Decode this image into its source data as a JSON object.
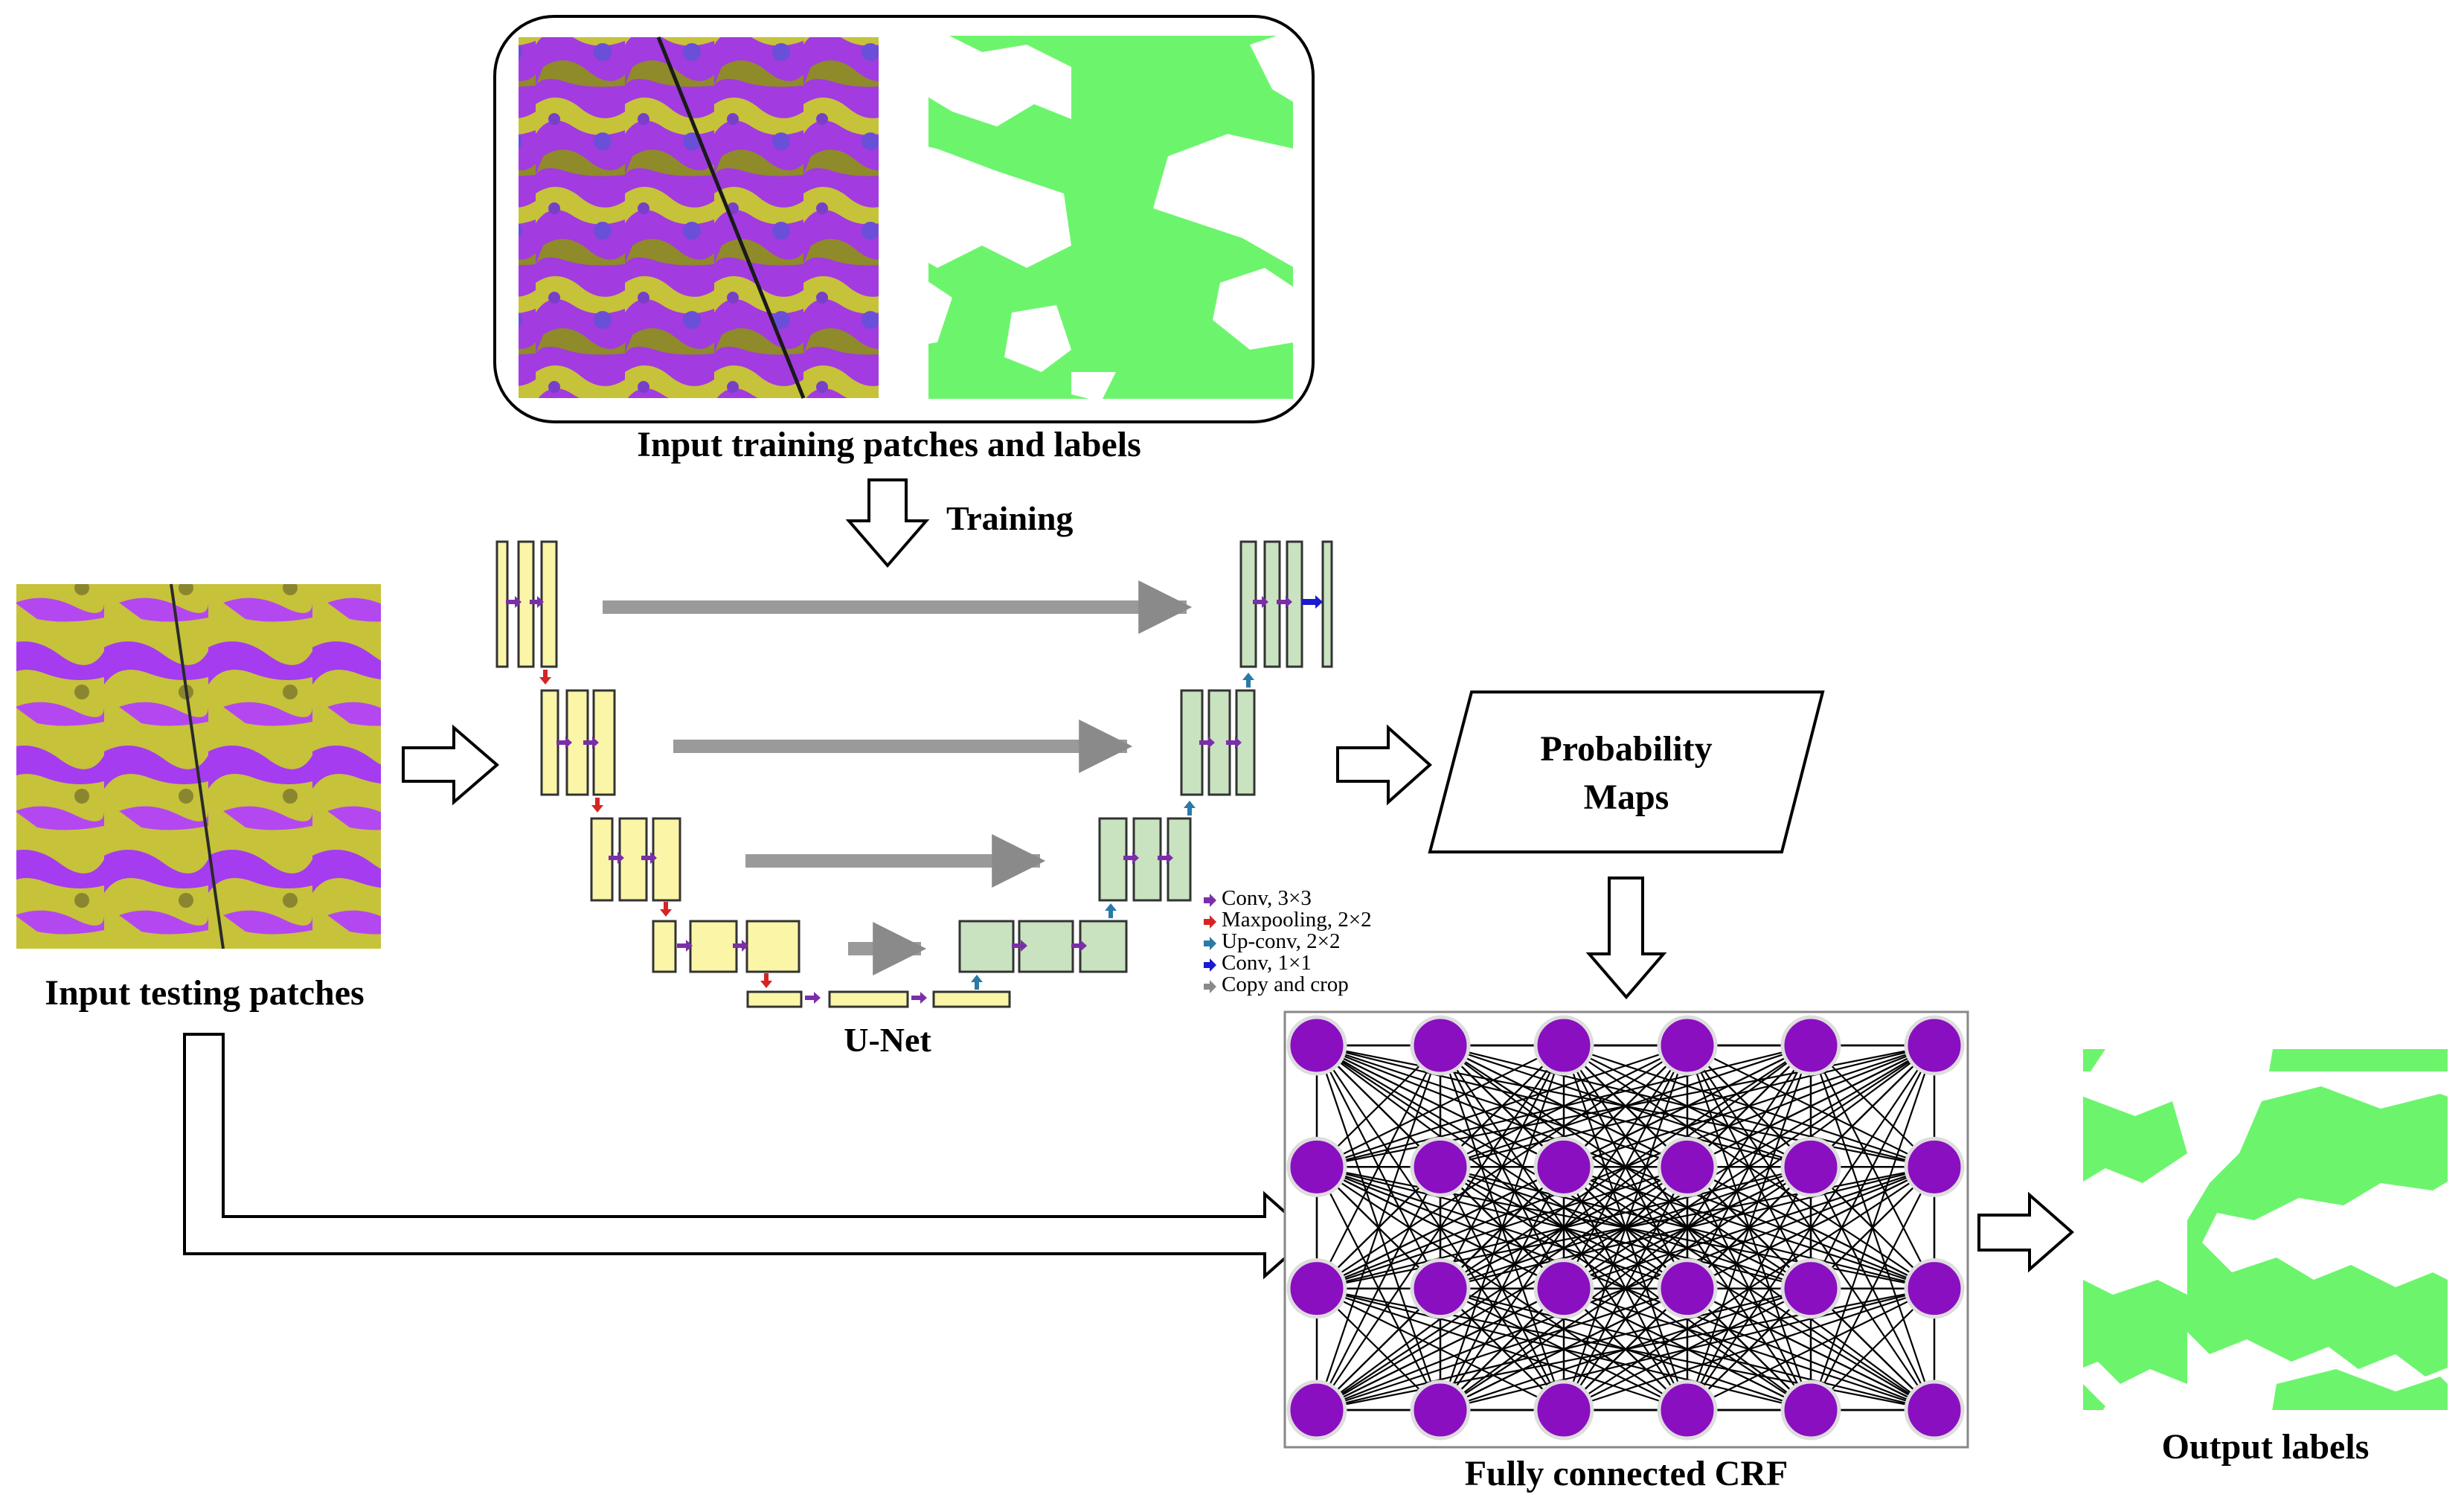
{
  "captions": {
    "training_patches": "Input training patches and labels",
    "training": "Training",
    "testing_patches": "Input testing patches",
    "unet": "U-Net",
    "prob_maps_line1": "Probability",
    "prob_maps_line2": "Maps",
    "crf": "Fully connected CRF",
    "output": "Output labels"
  },
  "legend": [
    {
      "label": "Conv, 3×3",
      "color": "#7a2fa8"
    },
    {
      "label": "Maxpooling, 2×2",
      "color": "#d62424"
    },
    {
      "label": "Up-conv, 2×2",
      "color": "#2a7aa8"
    },
    {
      "label": "Conv, 1×1",
      "color": "#1a1ad0"
    },
    {
      "label": "Copy and crop",
      "color": "#8a8a8a"
    }
  ],
  "colors": {
    "satellite_purple": "#a23be0",
    "satellite_yellow": "#c6c23a",
    "label_green": "#6cf56c",
    "encoder_block": "#fbf5a8",
    "decoder_block": "#c9e3c0",
    "crf_node": "#8a0fc0"
  },
  "crf": {
    "columns": 6,
    "rows": 4
  }
}
